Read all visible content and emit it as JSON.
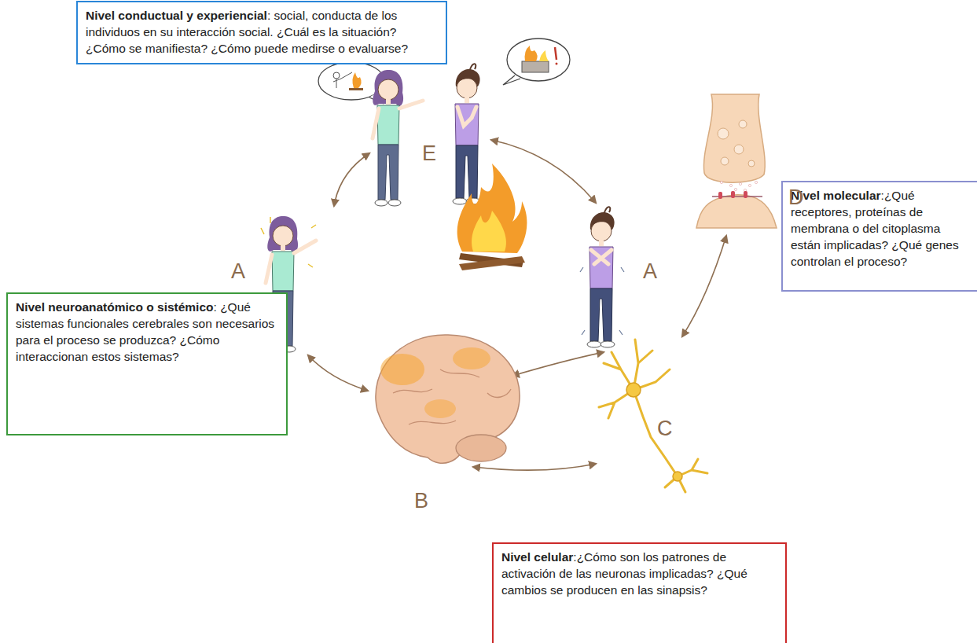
{
  "diagram": {
    "nodes": [
      {
        "text": [
          "Nivel conductual y experiencial",
          ": social, conducta de los individuos en su interacción social. ¿Cuál es la situación? ¿Cómo se manifiesta? ¿Cómo puede medirse o evaluarse?"
        ]
      },
      {
        "text": [
          "Nivel neuroanatómico o sistémico",
          ": ¿Qué sistemas funcionales cerebrales son necesarios para el proceso se produzca? ¿Cómo interaccionan estos sistemas?"
        ]
      },
      {
        "text": [
          "Nivel molecular",
          ":¿Qué receptores, proteínas de membrana o del citoplasma están implicadas? ¿Qué genes controlan el proceso?"
        ]
      },
      {
        "text": [
          "Nivel celular",
          ":¿Cómo son los patrones de activación de las neuronas implicadas? ¿Qué cambios se producen en las sinapsis?"
        ]
      }
    ],
    "labels": [
      "E",
      "A",
      "A",
      "D",
      "B",
      "C"
    ]
  }
}
